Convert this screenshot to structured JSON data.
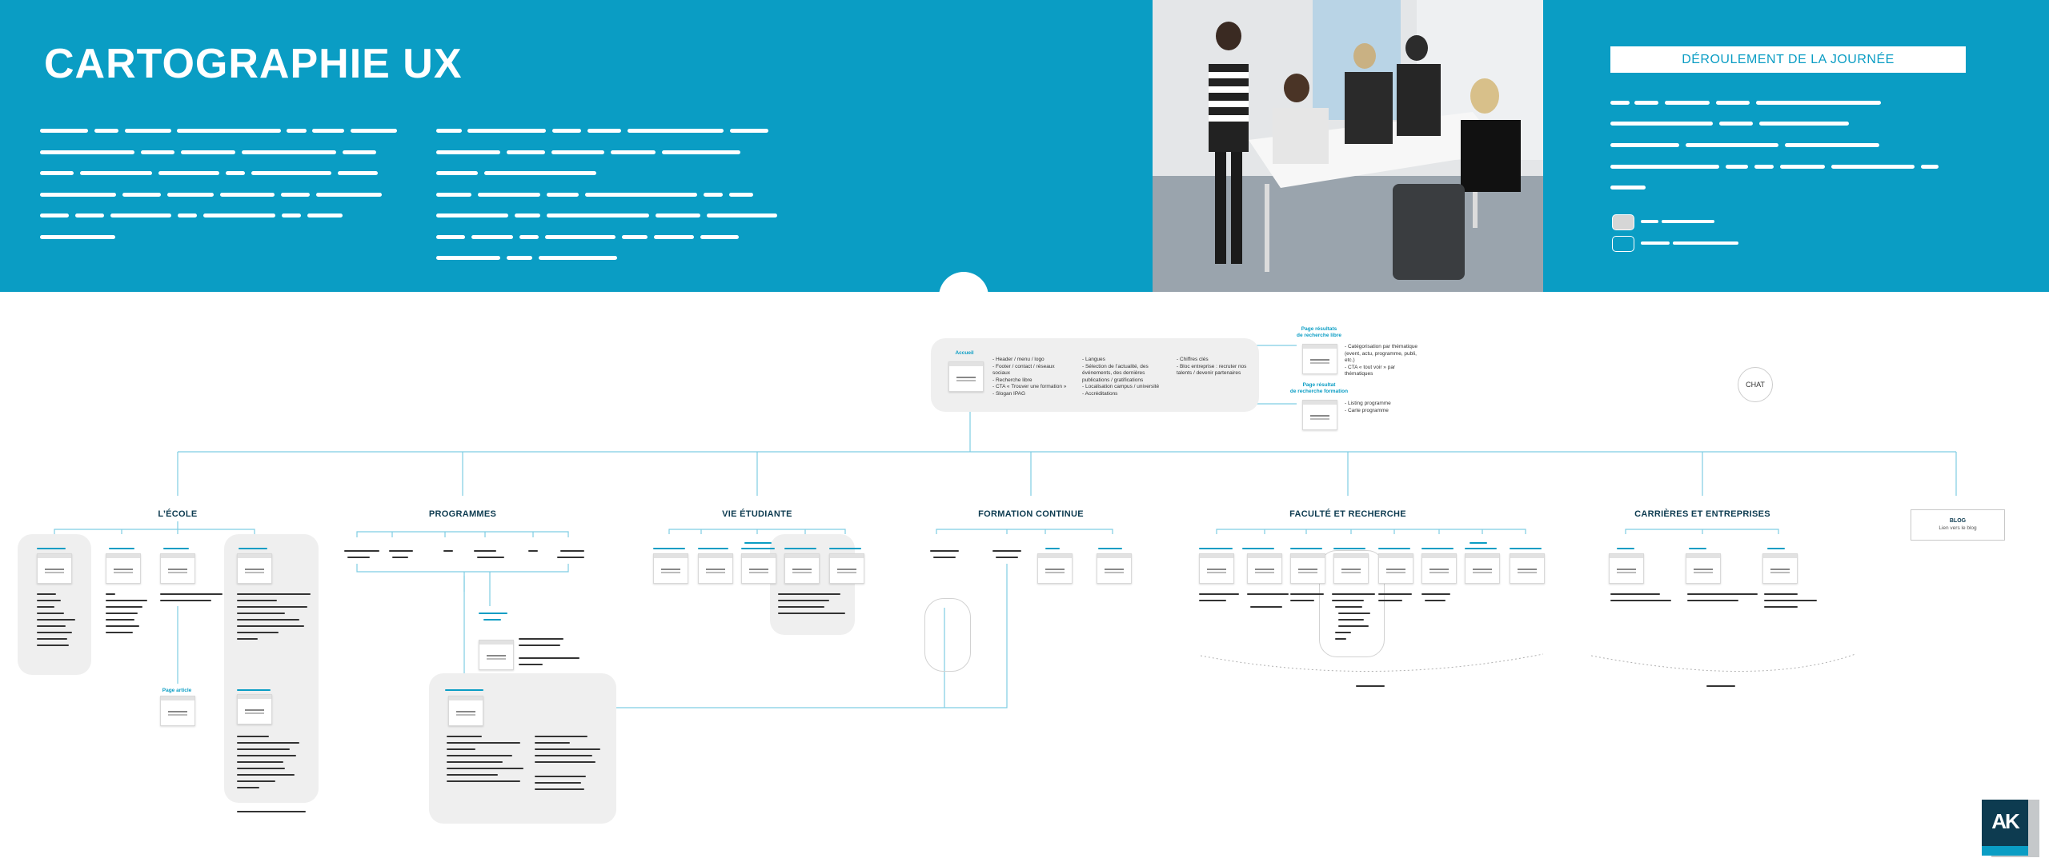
{
  "header": {
    "title": "CARTOGRAPHIE UX",
    "agenda_label": "DÉROULEMENT DE LA JOURNÉE"
  },
  "photo": {
    "icon": "workshop-photo"
  },
  "home": {
    "label": "Accueil",
    "col1": "- Header / menu / logo\n- Footer / contact / réseaux\n  sociaux\n- Recherche libre\n- CTA « Trouver une formation »\n- Slogan IPAG",
    "col2": "- Langues\n- Sélection de l’actualité, des\n  événements, des dernières\n  publications / gratifications\n- Localisation campus / université\n- Accréditations",
    "col3": "- Chiffres clés\n- Bloc entreprise : recruter nos\n  talents / devenir partenaires"
  },
  "search_free": {
    "label": "Page résultats\nde recherche libre",
    "notes": "- Catégorisation par thématique\n  (event, actu, programme, publi,\n  etc.)\n- CTA « tout voir » par\n  thématiques"
  },
  "search_formation": {
    "label": "Page résultat\nde recherche formation",
    "notes": "- Listing programme\n- Carte programme"
  },
  "chat": "CHAT",
  "blog": {
    "title": "BLOG",
    "subtitle": "Lien vers le blog"
  },
  "sections": [
    {
      "name": "L’ÉCOLE"
    },
    {
      "name": "PROGRAMMES"
    },
    {
      "name": "VIE ÉTUDIANTE"
    },
    {
      "name": "FORMATION CONTINUE"
    },
    {
      "name": "FACULTÉ ET RECHERCHE"
    },
    {
      "name": "CARRIÈRES ET ENTREPRISES"
    }
  ],
  "article_label": "Page article",
  "colors": {
    "brand": "#0a9dc4",
    "box": "#efefef",
    "logo_dark": "#0d3b50"
  },
  "logo": {
    "icon": "ak-logo",
    "text": "AK"
  }
}
